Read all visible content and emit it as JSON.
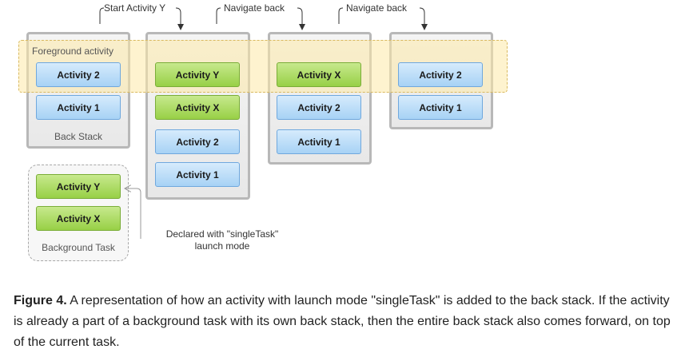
{
  "diagram": {
    "foreground_label": "Foreground activity",
    "transitions": [
      "Start Activity Y",
      "Navigate back",
      "Navigate back"
    ],
    "stack1": {
      "activities": [
        "Activity 2",
        "Activity 1"
      ],
      "label": "Back Stack"
    },
    "stack2": {
      "activities": [
        "Activity Y",
        "Activity X",
        "Activity 2",
        "Activity 1"
      ]
    },
    "stack3": {
      "activities": [
        "Activity X",
        "Activity 2",
        "Activity 1"
      ]
    },
    "stack4": {
      "activities": [
        "Activity 2",
        "Activity 1"
      ]
    },
    "background_task": {
      "activities": [
        "Activity Y",
        "Activity X"
      ],
      "label": "Background Task"
    },
    "note": {
      "line1": "Declared with \"singleTask\"",
      "line2": "launch mode"
    },
    "colors": {
      "blue_activity": "#a7d2f5",
      "green_activity": "#98d046",
      "foreground_band": "#fde9a8"
    }
  },
  "caption": {
    "figure_label": "Figure 4.",
    "text": " A representation of how an activity with launch mode \"singleTask\" is added to the back stack. If the activity is already a part of a background task with its own back stack, then the entire back stack also comes forward, on top of the current task."
  }
}
